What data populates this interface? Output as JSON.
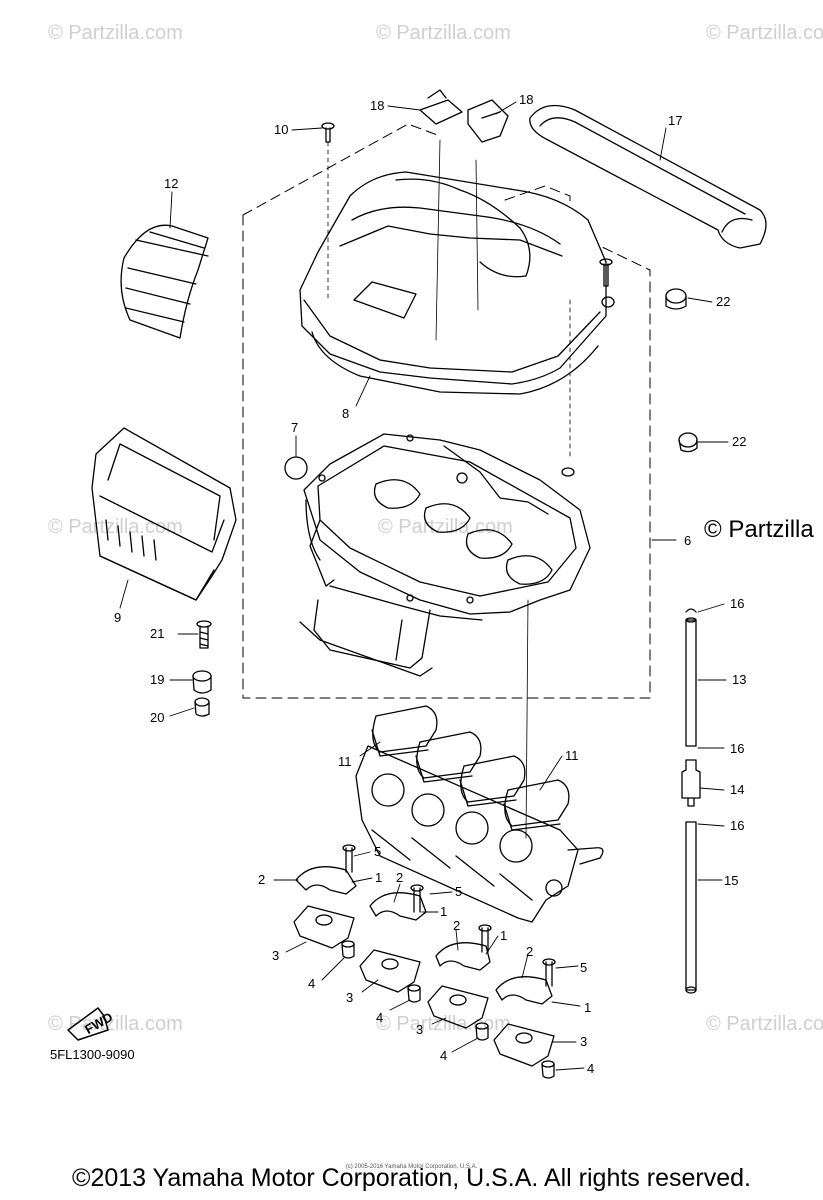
{
  "watermark": "© Partzilla.com",
  "side_brand": "© Partzilla",
  "diagram_code": "5FL1300-9090",
  "fwd_label": "FWD",
  "copyright": "©2013 Yamaha Motor Corporation, U.S.A. All rights reserved.",
  "fine_print": "(c) 2005-2016 Yamaha Motor Corporation, U.S.A.",
  "callouts": [
    "18",
    "18",
    "17",
    "10",
    "12",
    "22",
    "8",
    "7",
    "22",
    "6",
    "9",
    "21",
    "19",
    "20",
    "16",
    "13",
    "11",
    "11",
    "16",
    "14",
    "16",
    "15",
    "5",
    "2",
    "1",
    "2",
    "5",
    "1",
    "3",
    "4",
    "2",
    "1",
    "3",
    "4",
    "2",
    "5",
    "1",
    "3",
    "3",
    "4",
    "4"
  ]
}
